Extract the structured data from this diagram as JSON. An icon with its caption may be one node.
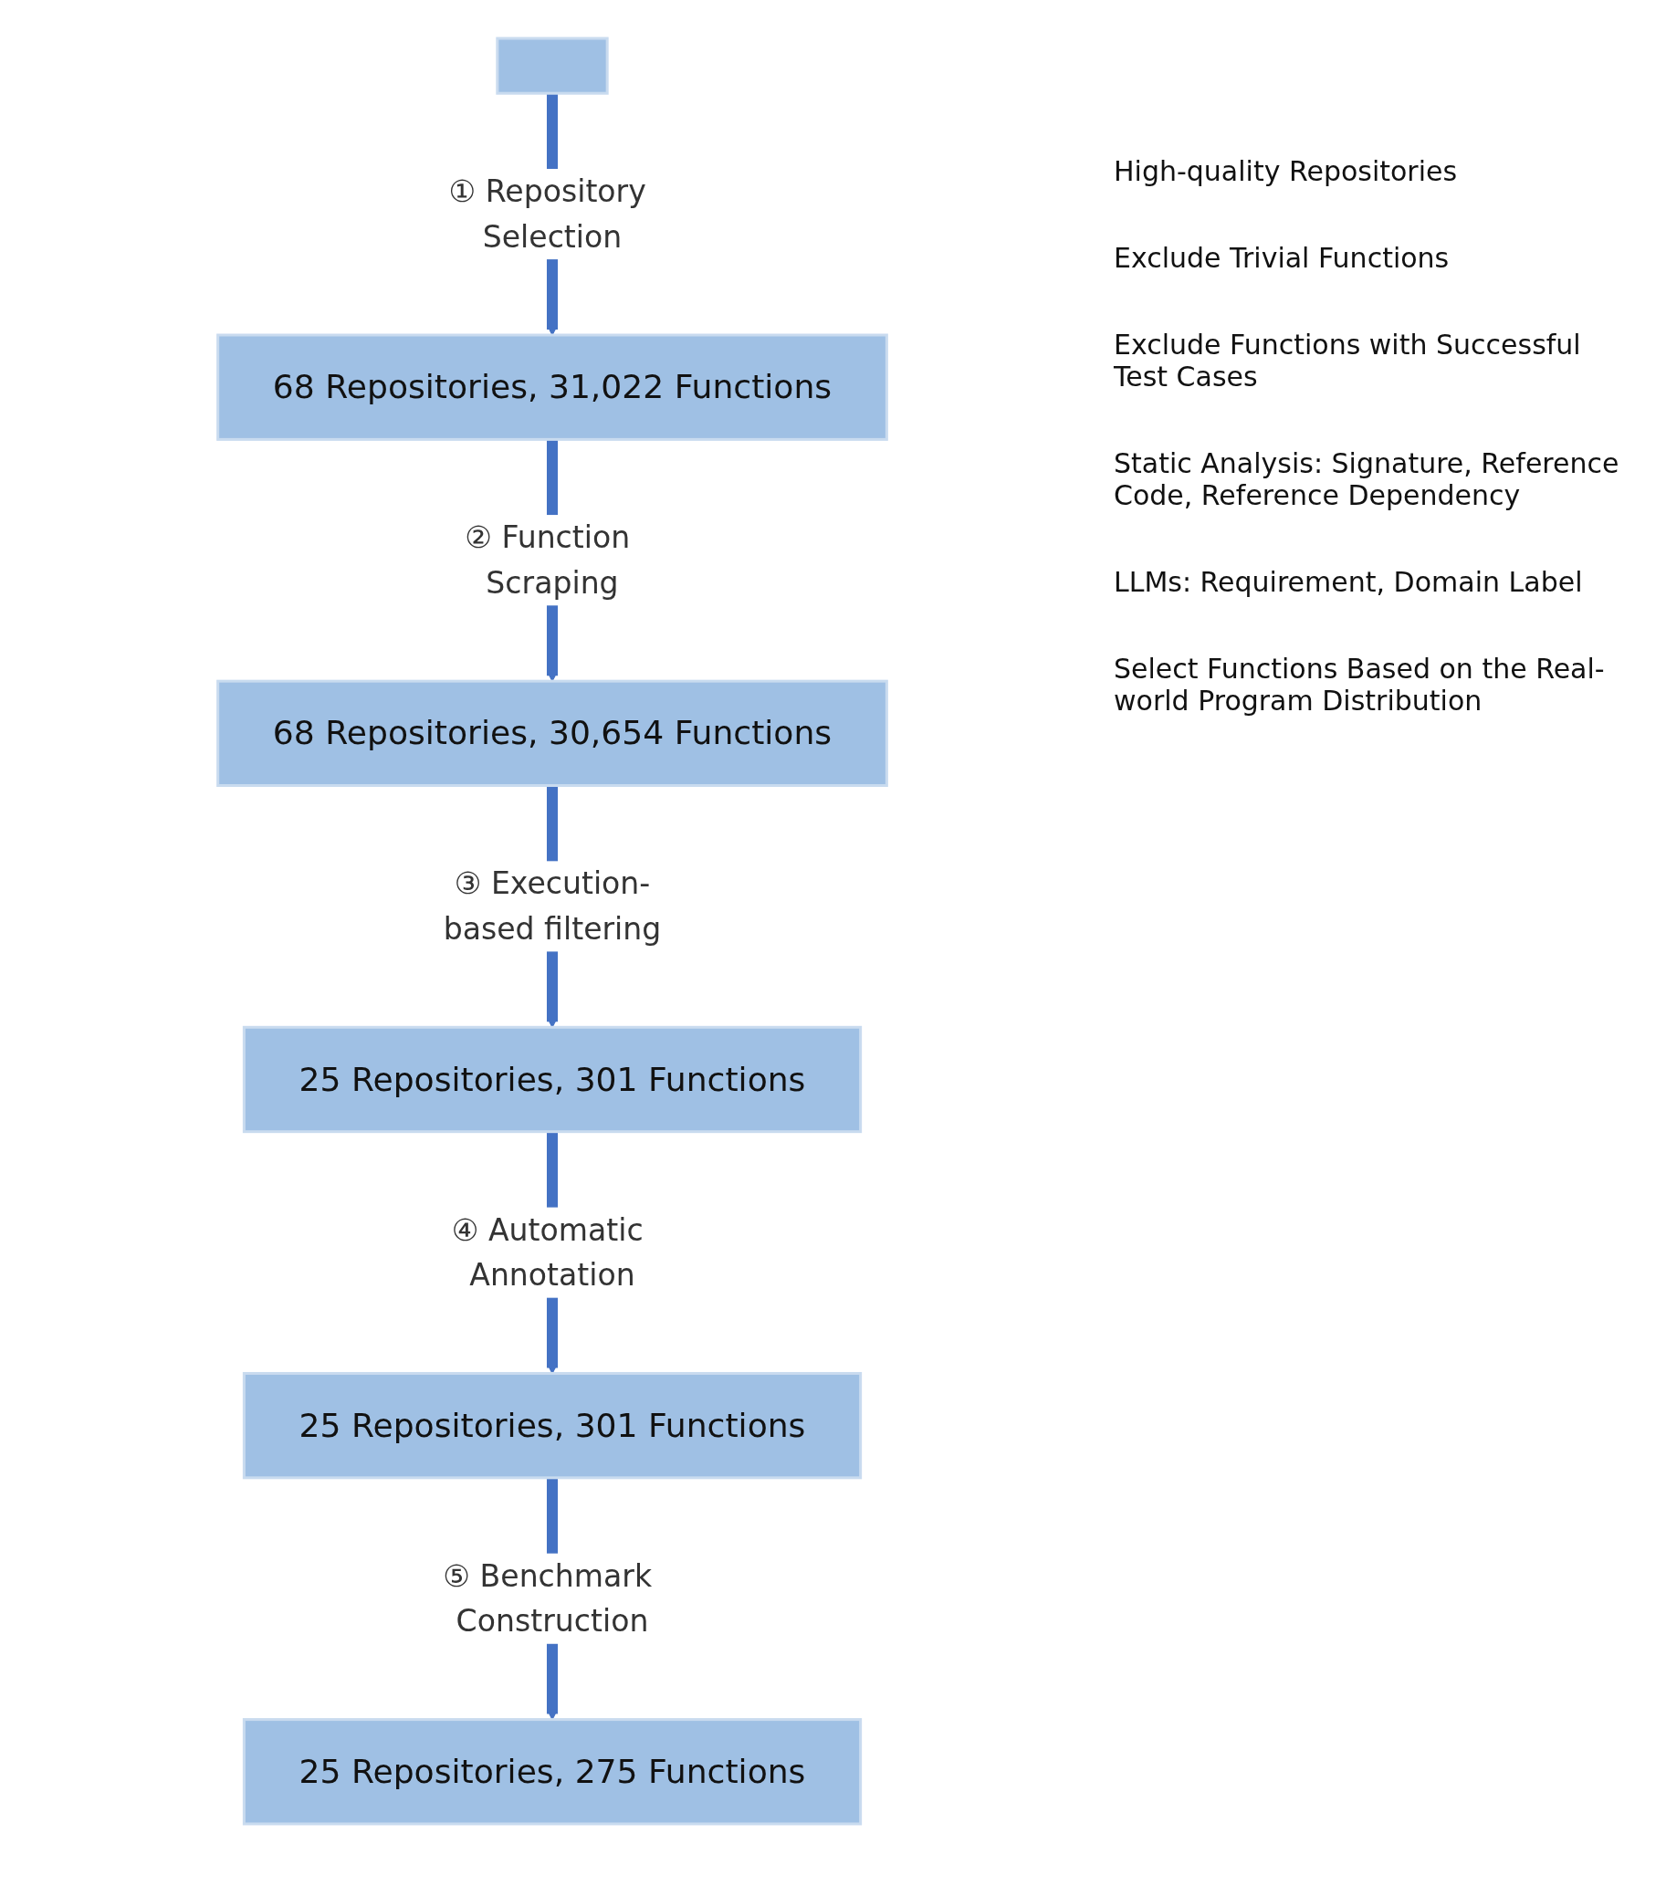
{
  "diagram": {
    "nodes": [
      {
        "text": [],
        "shape": "box"
      },
      {
        "text": [
          "68 Repositories, 31,022 Functions"
        ]
      },
      {
        "text": [
          "68 Repositories, 30,654 Functions"
        ]
      },
      {
        "text": [
          "25 Repositories, 301 Functions"
        ]
      },
      {
        "text": [
          "25 Repositories, 301 Functions"
        ]
      },
      {
        "text": [
          "25 Repositories, 275 Functions"
        ]
      }
    ],
    "edges": [
      {
        "from": 0,
        "to": 1,
        "arrow": "to",
        "label": "① Repository Selection"
      },
      {
        "from": 1,
        "to": 2,
        "arrow": "to",
        "label": "② Function Scraping"
      },
      {
        "from": 2,
        "to": 3,
        "arrow": "to",
        "label": "③ Execution-based filtering"
      },
      {
        "from": 3,
        "to": 4,
        "arrow": "to",
        "label": "④ Automatic Annotation"
      },
      {
        "from": 4,
        "to": 5,
        "arrow": "to",
        "label": "⑤ Benchmark Construction"
      }
    ],
    "labels": [
      "High-quality Repositories",
      "Exclude Trivial Functions",
      "Exclude Functions with Successful Test Cases",
      "Static Analysis: Signature, Reference Code, Reference Dependency",
      "LLMs: Requirement, Domain Label",
      "Select Functions Based on the Real-world Program Distribution"
    ]
  }
}
